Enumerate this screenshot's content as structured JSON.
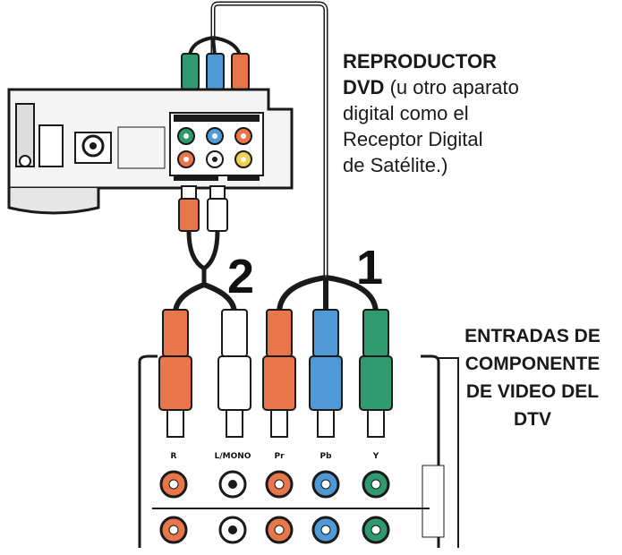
{
  "dvd_caption": {
    "bold_line1": "REPRODUCTOR",
    "bold_word": "DVD",
    "rest1": " (u otro aparato",
    "line3": "digital como el",
    "line4": "Receptor Digital",
    "line5": "de Satélite.)"
  },
  "tv_caption": {
    "line1": "ENTRADAS DE",
    "line2": "COMPONENTE",
    "line3": "DE VIDEO DEL",
    "line4": "DTV"
  },
  "callouts": {
    "one": "1",
    "two": "2"
  },
  "jack_labels": {
    "r": "R",
    "l": "L/MONO",
    "pr": "Pr",
    "pb": "Pb",
    "y": "Y"
  },
  "colors": {
    "red": "#e8764a",
    "blue": "#4f9ad6",
    "green": "#2f9a6f",
    "white": "#ffffff",
    "yellow": "#f3d04a",
    "outline": "#1a1a1a",
    "panel": "#ffffff"
  }
}
